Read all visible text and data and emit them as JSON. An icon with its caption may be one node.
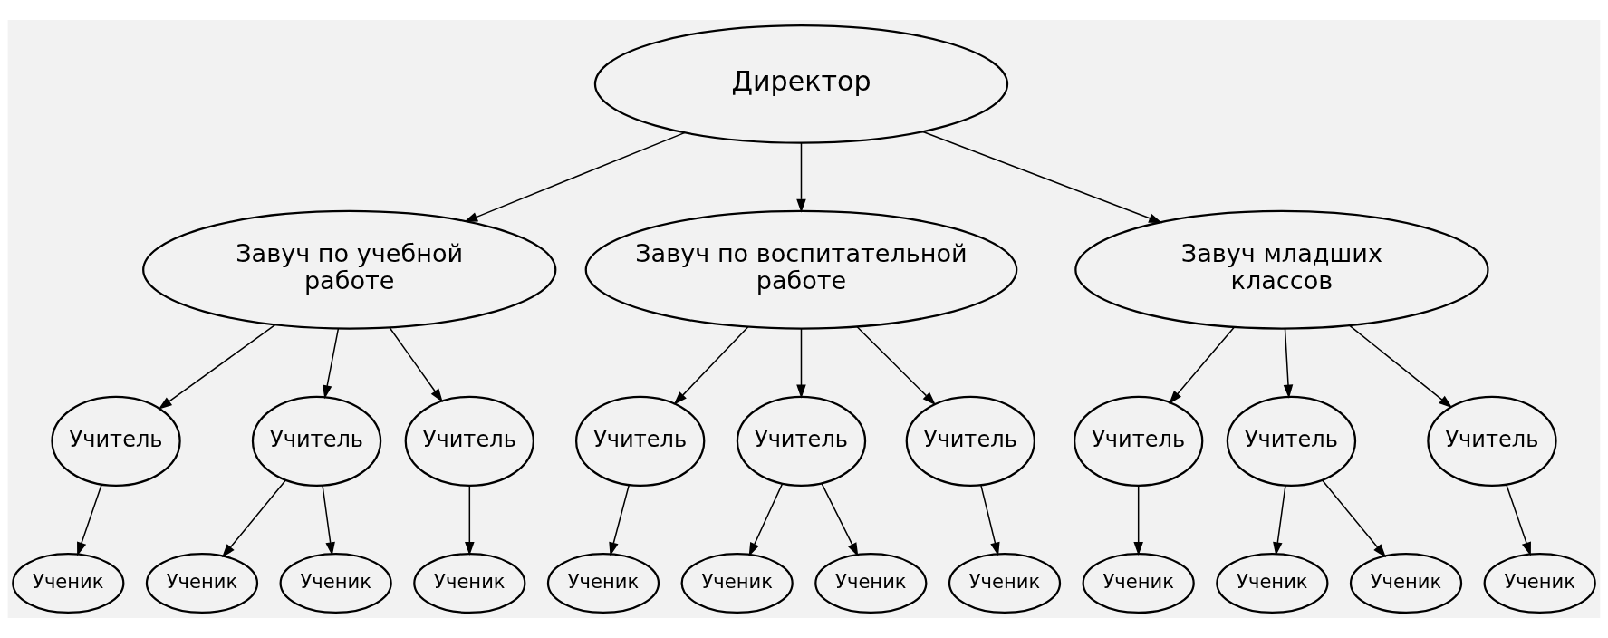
{
  "diagram": {
    "nodes": [
      {
        "text": [
          "Директор"
        ]
      },
      {
        "text": [
          "Завуч по учебной работе"
        ]
      },
      {
        "text": [
          "Завуч по воспитательной работе"
        ]
      },
      {
        "text": [
          "Завуч младших классов"
        ]
      },
      {
        "text": [
          "Учитель"
        ]
      },
      {
        "text": [
          "Учитель"
        ]
      },
      {
        "text": [
          "Учитель"
        ]
      },
      {
        "text": [
          "Учитель"
        ]
      },
      {
        "text": [
          "Учитель"
        ]
      },
      {
        "text": [
          "Учитель"
        ]
      },
      {
        "text": [
          "Учитель"
        ]
      },
      {
        "text": [
          "Учитель"
        ]
      },
      {
        "text": [
          "Учитель"
        ]
      },
      {
        "text": [
          "Ученик"
        ]
      },
      {
        "text": [
          "Ученик"
        ]
      },
      {
        "text": [
          "Ученик"
        ]
      },
      {
        "text": [
          "Ученик"
        ]
      },
      {
        "text": [
          "Ученик"
        ]
      },
      {
        "text": [
          "Ученик"
        ]
      },
      {
        "text": [
          "Ученик"
        ]
      },
      {
        "text": [
          "Ученик"
        ]
      },
      {
        "text": [
          "Ученик"
        ]
      },
      {
        "text": [
          "Ученик"
        ]
      },
      {
        "text": [
          "Ученик"
        ]
      },
      {
        "text": [
          "Ученик"
        ]
      }
    ],
    "edges": [
      {
        "from": 0,
        "to": 1,
        "arrow": "to"
      },
      {
        "from": 0,
        "to": 2,
        "arrow": "to"
      },
      {
        "from": 0,
        "to": 3,
        "arrow": "to"
      },
      {
        "from": 1,
        "to": 4,
        "arrow": "to"
      },
      {
        "from": 1,
        "to": 5,
        "arrow": "to"
      },
      {
        "from": 1,
        "to": 6,
        "arrow": "to"
      },
      {
        "from": 2,
        "to": 7,
        "arrow": "to"
      },
      {
        "from": 2,
        "to": 8,
        "arrow": "to"
      },
      {
        "from": 2,
        "to": 9,
        "arrow": "to"
      },
      {
        "from": 3,
        "to": 10,
        "arrow": "to"
      },
      {
        "from": 3,
        "to": 11,
        "arrow": "to"
      },
      {
        "from": 3,
        "to": 12,
        "arrow": "to"
      },
      {
        "from": 4,
        "to": 13,
        "arrow": "to"
      },
      {
        "from": 5,
        "to": 14,
        "arrow": "to"
      },
      {
        "from": 5,
        "to": 15,
        "arrow": "to"
      },
      {
        "from": 6,
        "to": 16,
        "arrow": "to"
      },
      {
        "from": 7,
        "to": 17,
        "arrow": "to"
      },
      {
        "from": 8,
        "to": 18,
        "arrow": "to"
      },
      {
        "from": 8,
        "to": 19,
        "arrow": "to"
      },
      {
        "from": 9,
        "to": 20,
        "arrow": "to"
      },
      {
        "from": 10,
        "to": 21,
        "arrow": "to"
      },
      {
        "from": 11,
        "to": 22,
        "arrow": "to"
      },
      {
        "from": 11,
        "to": 23,
        "arrow": "to"
      },
      {
        "from": 12,
        "to": 24,
        "arrow": "to"
      }
    ]
  }
}
